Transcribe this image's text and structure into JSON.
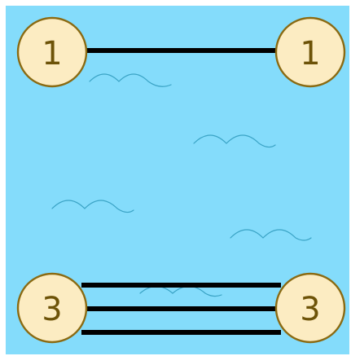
{
  "puzzle": {
    "type": "hashiwokakero",
    "islands": [
      {
        "id": "top-left",
        "value": "1"
      },
      {
        "id": "top-right",
        "value": "1"
      },
      {
        "id": "bottom-left",
        "value": "3"
      },
      {
        "id": "bottom-right",
        "value": "3"
      }
    ],
    "bridges": [
      {
        "from": "top-left",
        "to": "top-right",
        "count": 1
      },
      {
        "from": "bottom-left",
        "to": "bottom-right",
        "count": 3
      }
    ]
  },
  "colors": {
    "water": "#84dcfb",
    "wave": "#3aa3c5",
    "island_fill": "#fcecc2",
    "island_stroke": "#8a6a12",
    "number": "#6d5308",
    "bridge": "#000000"
  }
}
